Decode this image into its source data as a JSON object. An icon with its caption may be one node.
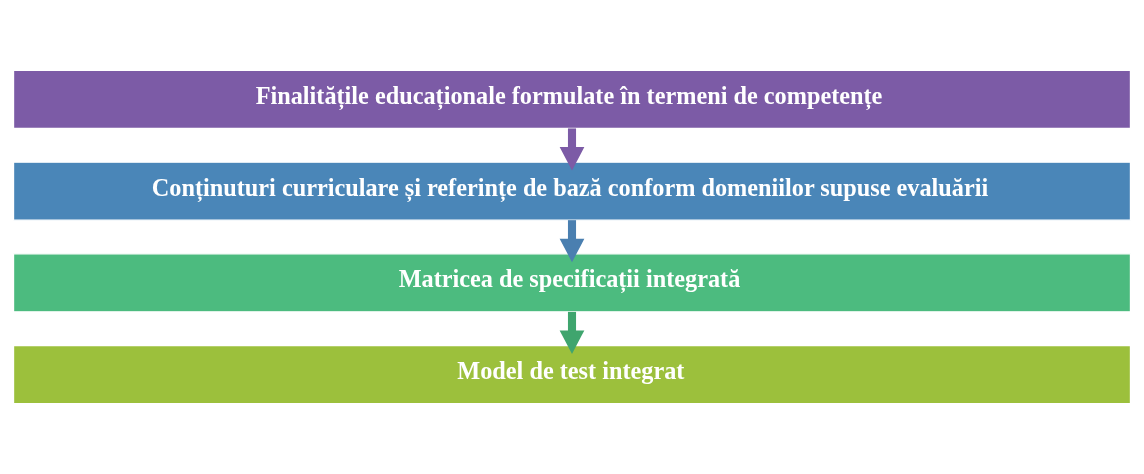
{
  "diagram": {
    "nodes": [
      {
        "text": [
          "Finalitățile educaționale formulate în termeni de competențe"
        ]
      },
      {
        "text": [
          "Conținuturi curriculare și referințe de bază conform domeniilor supuse evaluării"
        ]
      },
      {
        "text": [
          "Matricea de specificații integrată"
        ]
      },
      {
        "text": [
          "Model de test integrat"
        ]
      }
    ],
    "edges": [
      {
        "from": 0,
        "to": 1,
        "arrow": "to",
        "color": "#7c5ba6"
      },
      {
        "from": 1,
        "to": 2,
        "arrow": "to",
        "color": "#4a7fb0"
      },
      {
        "from": 2,
        "to": 3,
        "arrow": "to",
        "color": "#3fa56e"
      }
    ]
  }
}
